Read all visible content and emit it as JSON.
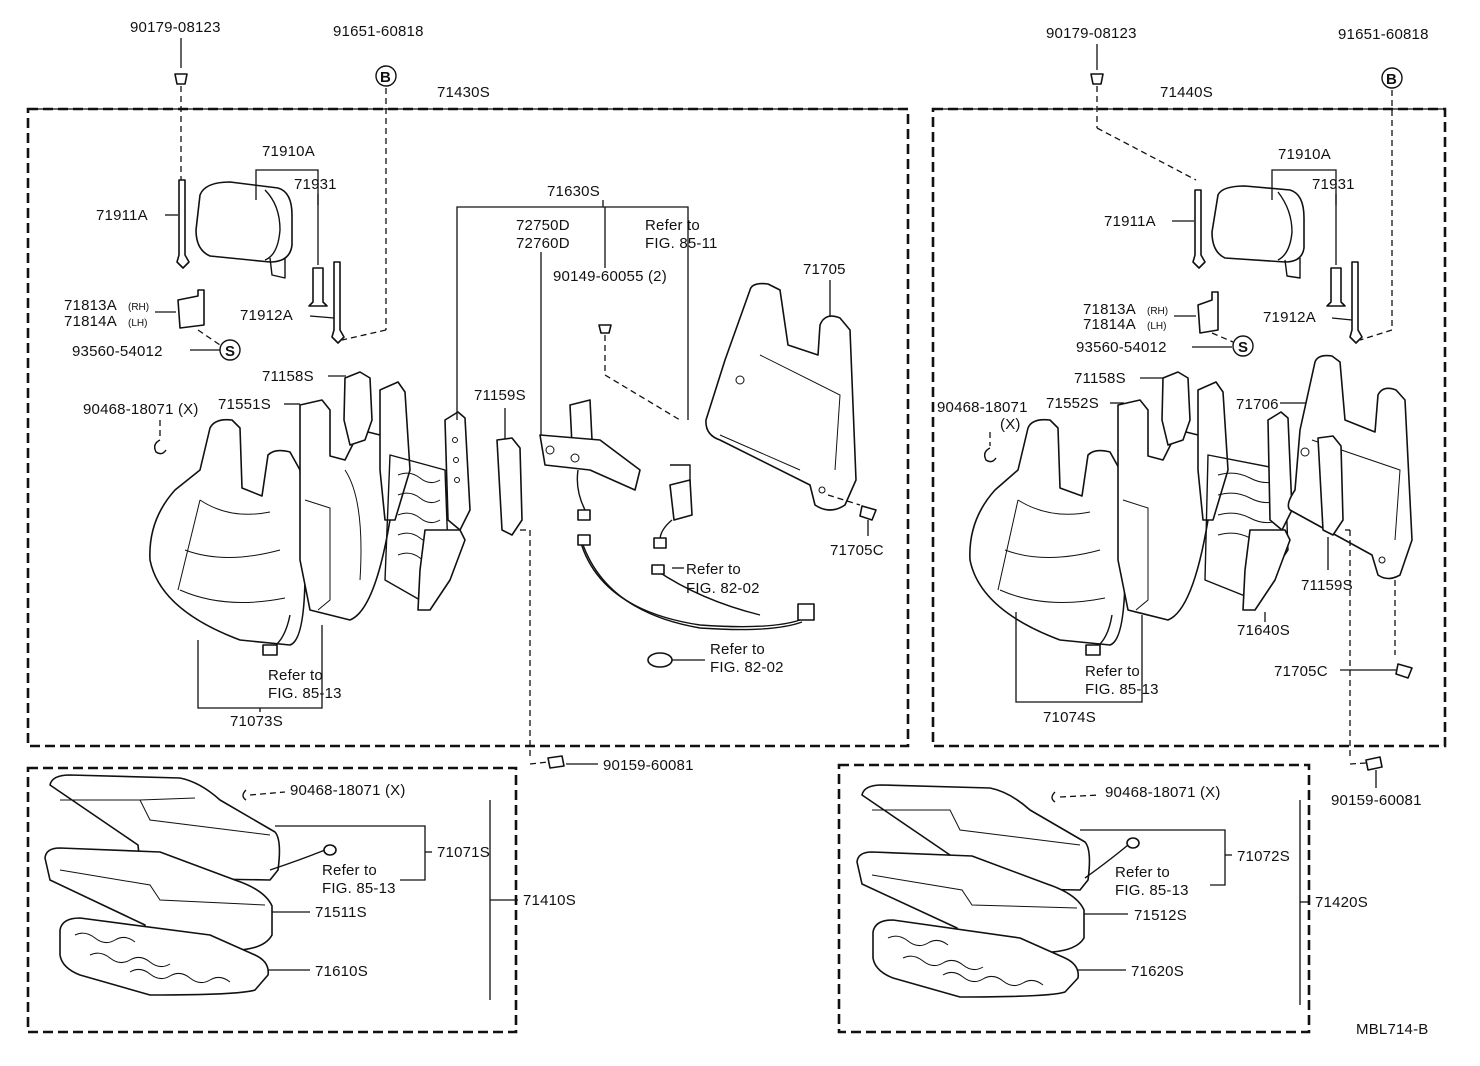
{
  "drawing_id": "MBL714-B",
  "left_assembly": {
    "group_label": "71430S",
    "top_labels": [
      "90179-08123",
      "91651-60818"
    ],
    "circle_b": "B",
    "circle_s": "S",
    "headrest": "71910A",
    "stay": "71931",
    "stay_left": "71911A",
    "stay_right": "71912A",
    "bracket_rh": "71813A",
    "bracket_lh": "71814A",
    "rh": "(RH)",
    "lh": "(LH)",
    "screw": "93560-54012",
    "clip": "90468-18071 (X)",
    "cover": "71551S",
    "shield": "71158S",
    "side_cover": "71159S",
    "recliner_group": "71630S",
    "recliner_a": "72750D",
    "recliner_b": "72760D",
    "bolt": "90149-60055 (2)",
    "ref_85_11_a": "Refer to",
    "ref_85_11_b": "FIG. 85-11",
    "back_board": "71705",
    "back_screw": "71705C",
    "ref_82_02_a1": "Refer to",
    "ref_82_02_b1": "FIG. 82-02",
    "ref_82_02_a2": "Refer to",
    "ref_82_02_b2": "FIG. 82-02",
    "ref_85_13_a": "Refer to",
    "ref_85_13_b": "FIG. 85-13",
    "back_assy": "71073S",
    "bolt_bottom": "90159-60081"
  },
  "right_assembly": {
    "group_label": "71440S",
    "top_labels": [
      "90179-08123",
      "91651-60818"
    ],
    "circle_b": "B",
    "circle_s": "S",
    "headrest": "71910A",
    "stay": "71931",
    "stay_left": "71911A",
    "stay_right": "71912A",
    "bracket_rh": "71813A",
    "bracket_lh": "71814A",
    "rh": "(RH)",
    "lh": "(LH)",
    "screw": "93560-54012",
    "clip_a": "90468-18071",
    "clip_b": "(X)",
    "cover": "71552S",
    "shield": "71158S",
    "back_board": "71706",
    "side_cover": "71159S",
    "recliner": "71640S",
    "back_screw": "71705C",
    "ref_85_13_a": "Refer to",
    "ref_85_13_b": "FIG. 85-13",
    "back_assy": "71074S",
    "bolt_bottom": "90159-60081"
  },
  "left_cushion": {
    "clip": "90468-18071 (X)",
    "cover": "71071S",
    "ref_a": "Refer to",
    "ref_b": "FIG. 85-13",
    "group_label": "71410S",
    "pad": "71511S",
    "frame": "71610S"
  },
  "right_cushion": {
    "clip": "90468-18071 (X)",
    "cover": "71072S",
    "ref_a": "Refer to",
    "ref_b": "FIG. 85-13",
    "group_label": "71420S",
    "pad": "71512S",
    "frame": "71620S"
  }
}
